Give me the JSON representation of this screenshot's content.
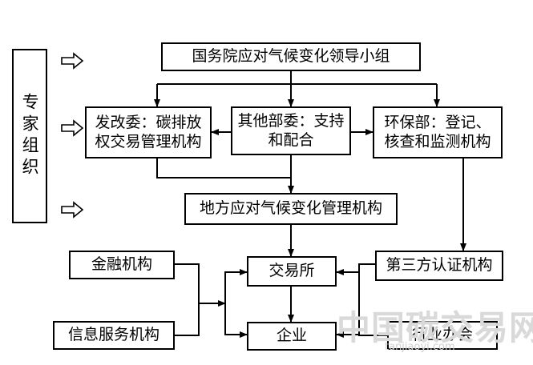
{
  "nodes": {
    "expert_group": "专家组织",
    "leading_group": "国务院应对气候变化领导小组",
    "ndrc": "发改委：碳排放\n权交易管理机构",
    "other_ministries": "其他部委：支持\n和配合",
    "mep": "环保部：登记、\n核查和监测机构",
    "local_agency": "地方应对气候变化管理机构",
    "financial_institutions": "金融机构",
    "exchange": "交易所",
    "third_party_cert": "第三方认证机构",
    "info_services": "信息服务机构",
    "enterprise": "企业",
    "industry_assoc": "行业办会"
  },
  "watermark": {
    "text": "中国碳交易网",
    "url": "tanjiaoyi.com"
  },
  "colors": {
    "line": "#000000",
    "background": "#ffffff",
    "watermark": "#d0d0d0"
  }
}
